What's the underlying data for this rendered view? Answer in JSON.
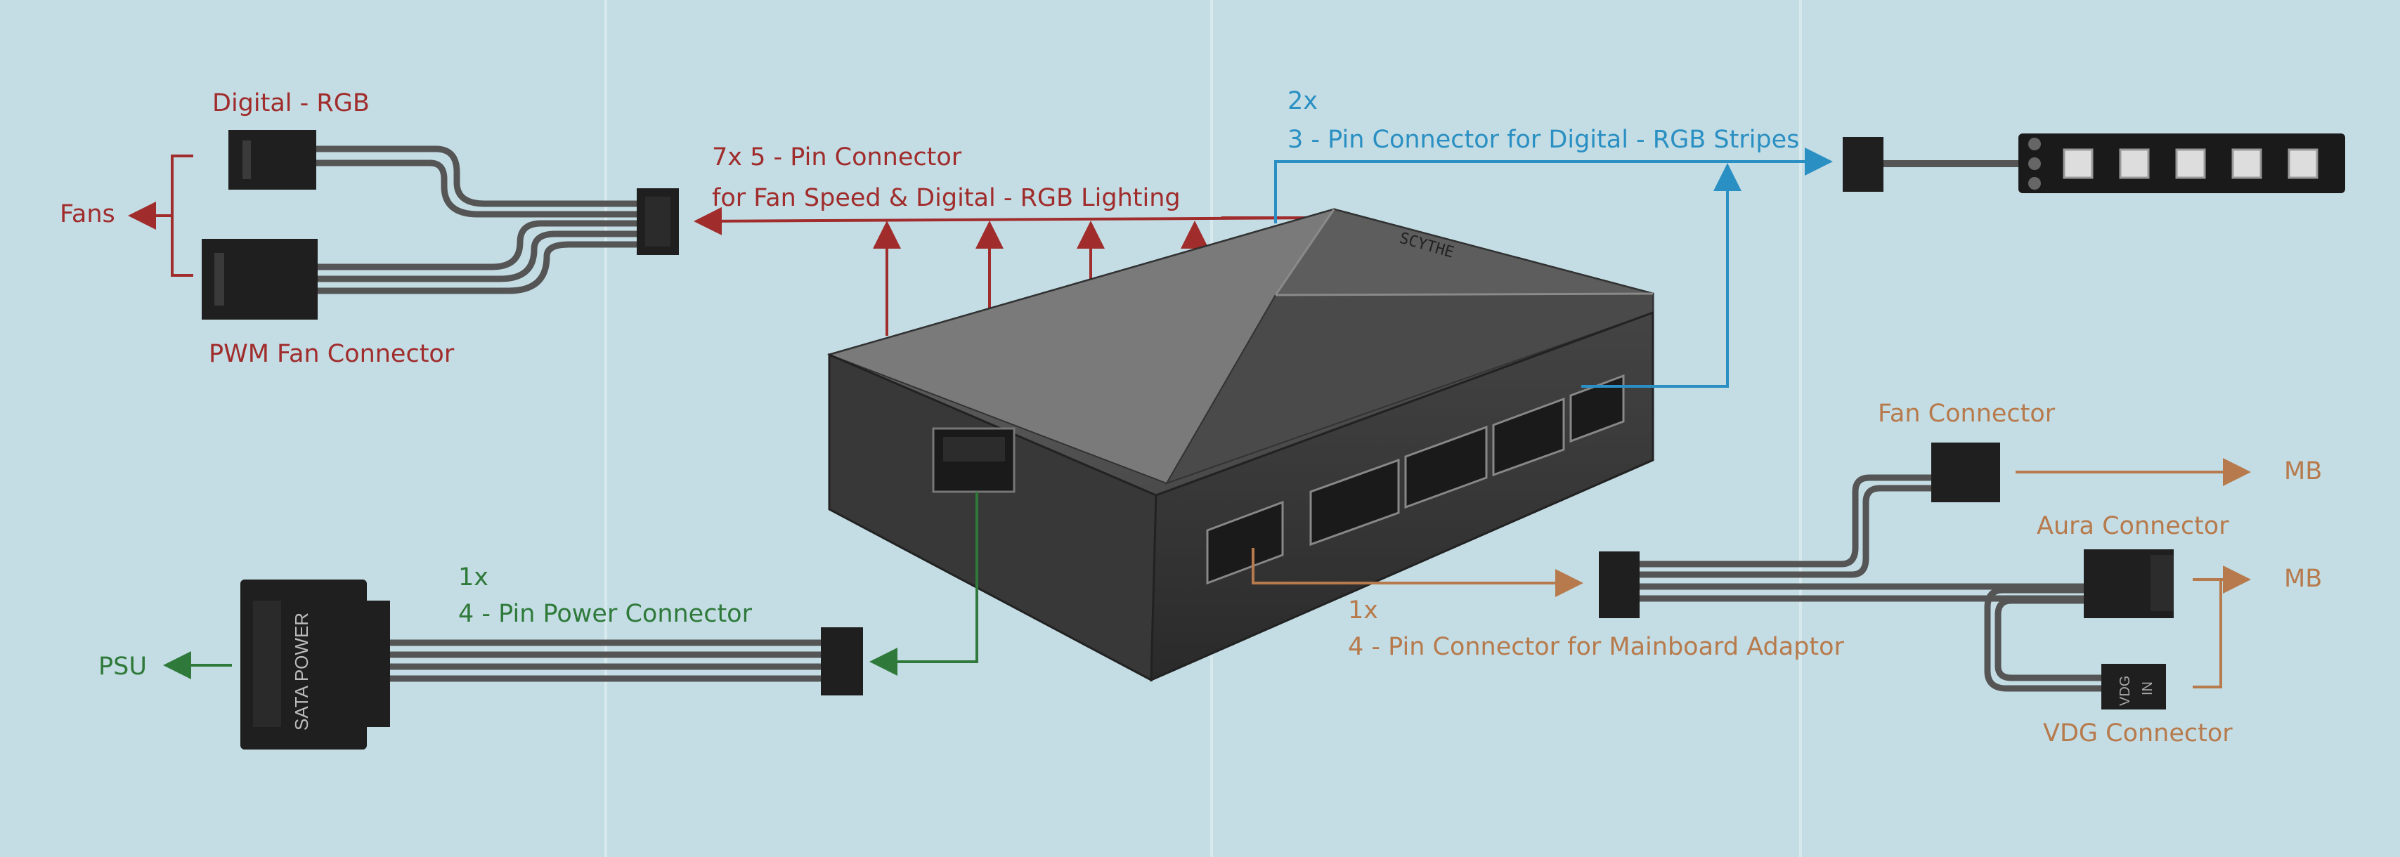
{
  "labels": {
    "digital_rgb": "Digital - RGB",
    "fans": "Fans",
    "pwm_fan_connector": "PWM Fan Connector",
    "pin5_line1": "7x 5 - Pin Connector",
    "pin5_line2": "for Fan Speed & Digital - RGB Lighting",
    "stripes_count": "2x",
    "stripes_label": "3 - Pin Connector for Digital - RGB Stripes",
    "fan_connector": "Fan Connector",
    "mb_top": "MB",
    "aura_connector": "Aura Connector",
    "mb_bottom": "MB",
    "mainboard_count": "1x",
    "mainboard_label": "4 - Pin Connector for Mainboard Adaptor",
    "vdg_connector": "VDG Connector",
    "power_count": "1x",
    "power_label": "4 - Pin Power Connector",
    "psu": "PSU",
    "sata_power": "SATA POWER",
    "vdg_marking": "VDG",
    "in_marking": "IN",
    "hub_logo": "SCYTHE"
  },
  "colors": {
    "background": "#c4dde4",
    "red": "#a02c2c",
    "blue": "#2a8fc2",
    "green": "#2f7a3a",
    "orange": "#b77a4c",
    "connector": "#1f1f1f",
    "cable": "#555555"
  }
}
